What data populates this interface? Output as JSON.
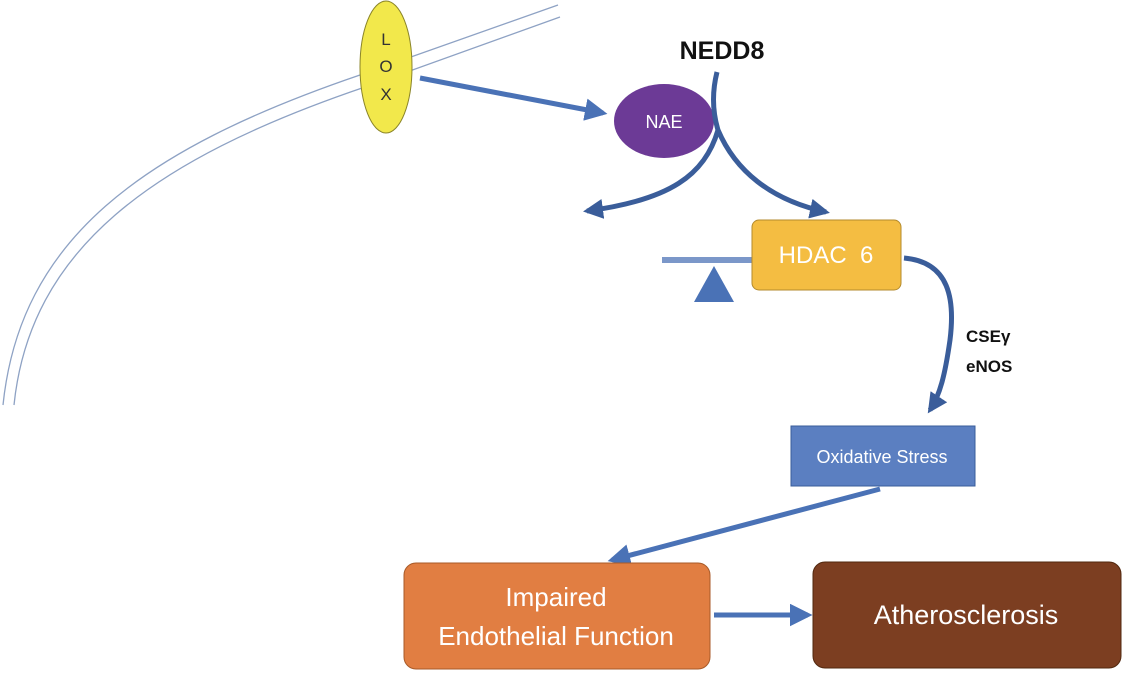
{
  "diagram": {
    "membrane_receptor": {
      "letters": [
        "L",
        "O",
        "X"
      ]
    },
    "nedd8": "NEDD8",
    "nae": "NAE",
    "hdac6": "HDAC  6",
    "mediators": {
      "line1": "CSEγ",
      "line2": "eNOS"
    },
    "oxidative_stress": "Oxidative Stress",
    "impaired": {
      "line1": "Impaired",
      "line2": "Endothelial Function"
    },
    "atherosclerosis": "Atherosclerosis"
  },
  "colors": {
    "arrow": "#4a72b6",
    "arrow_dark": "#3a5d9a",
    "lox_fill": "#f2e84b",
    "nae_fill": "#6c3a96",
    "hdac_fill": "#f4bd42",
    "oxidative_fill": "#5b7fc1",
    "impaired_fill": "#e17e42",
    "athero_fill": "#7c3e21",
    "balance": "#7b97c9"
  }
}
